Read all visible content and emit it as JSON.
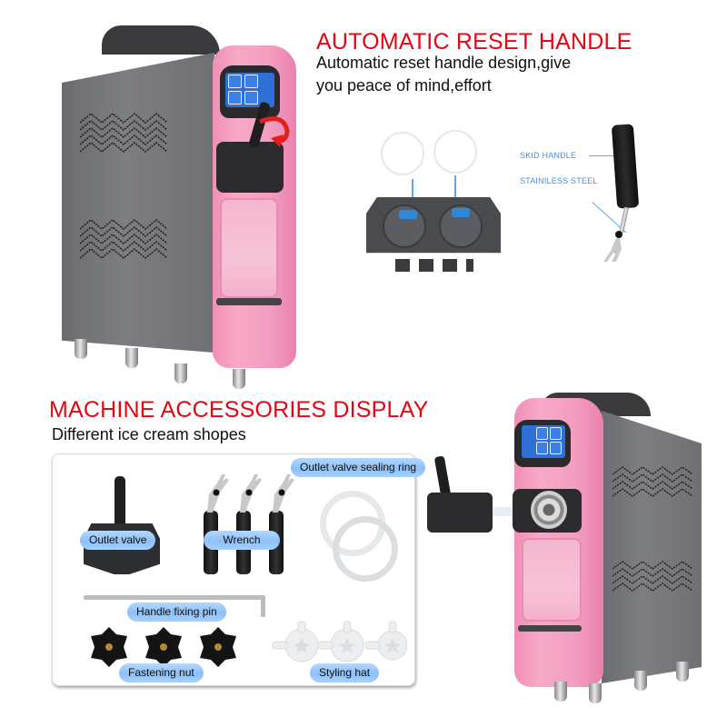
{
  "top_section": {
    "heading": "AUTOMATIC RESET HANDLE",
    "description_line1": "Automatic reset handle design,give",
    "description_line2": "you peace of mind,effort",
    "handle_labels": {
      "skid_handle": "SKID HANDLE",
      "stainless_steel": "STAINILESS STEEL"
    }
  },
  "accessories_section": {
    "heading": "MACHINE ACCESSORIES DISPLAY",
    "subheading": "Different ice cream shopes",
    "items": [
      {
        "label": "Outlet valve"
      },
      {
        "label": "Wrench"
      },
      {
        "label": "Outlet valve sealing ring"
      },
      {
        "label": "Handle fixing pin"
      },
      {
        "label": "Fastening nut"
      },
      {
        "label": "Styling hat"
      }
    ]
  },
  "colors": {
    "heading_red": "#e30613",
    "machine_pink": "#f4a0c3",
    "machine_gray": "#737478",
    "label_blue": "#8cc0f7",
    "callout_blue": "#4a90d9"
  }
}
